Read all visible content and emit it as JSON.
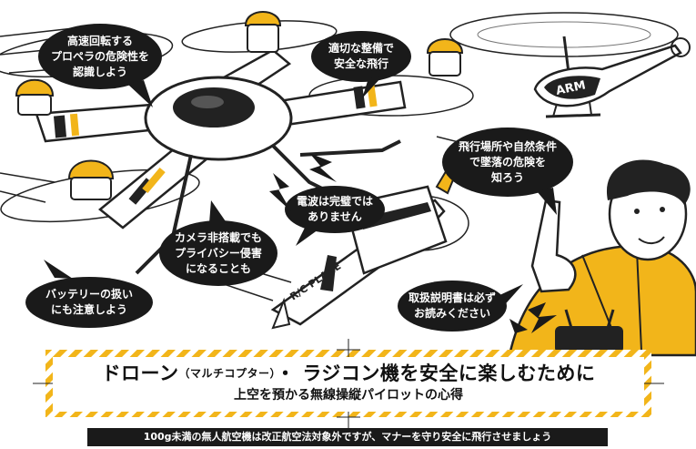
{
  "colors": {
    "bubble": "#1a1a1a",
    "accent_yellow": "#f2b51a",
    "stripe_dark": "#222222",
    "background": "#ffffff"
  },
  "bubbles": {
    "propeller": [
      "高速回転する",
      "プロペラの危険性を",
      "認識しよう"
    ],
    "maintenance": [
      "適切な整備で",
      "安全な飛行"
    ],
    "flight_location": [
      "飛行場所や自然条件",
      "で墜落の危険を",
      "知ろう"
    ],
    "radio": [
      "電波は完璧では",
      "ありません"
    ],
    "camera": [
      "カメラ非搭載でも",
      "プライバシー侵害",
      "になることも"
    ],
    "battery": [
      "バッテリーの扱い",
      "にも注意しよう"
    ],
    "manual": [
      "取扱説明書は必ず",
      "お読みください"
    ]
  },
  "illustrations": {
    "helicopter_label": "ARM",
    "plane_label": "R/C PLANE"
  },
  "title": {
    "main_before": "ドローン",
    "paren": "（マルチコプター）",
    "main_after": "・ ラジコン機を安全に楽しむために",
    "subtitle": "上空を預かる無線操縦パイロットの心得"
  },
  "notice": "100g未満の無人航空機は改正航空法対象外ですが、マナーを守り安全に飛行させましょう"
}
